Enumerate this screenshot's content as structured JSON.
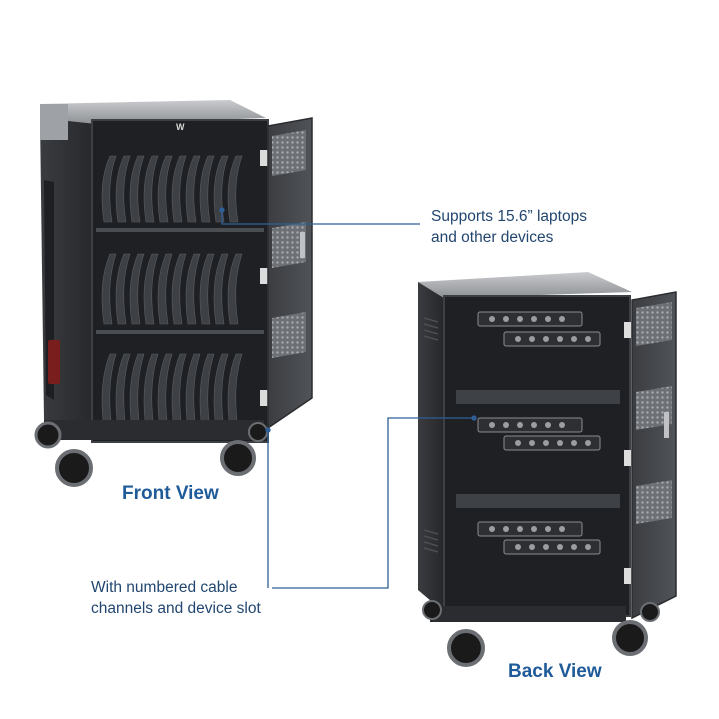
{
  "callouts": {
    "laptops_line1": "Supports 15.6” laptops",
    "laptops_line2": "and other devices",
    "cable_line1": "With numbered cable",
    "cable_line2": "channels and device slot"
  },
  "views": {
    "front": "Front View",
    "back": "Back View"
  },
  "brand": {
    "logo_letter": "W"
  },
  "colors": {
    "text_blue": "#1f5a99",
    "leader_line": "#2f5f97",
    "cart_body": "#2b2d30"
  }
}
